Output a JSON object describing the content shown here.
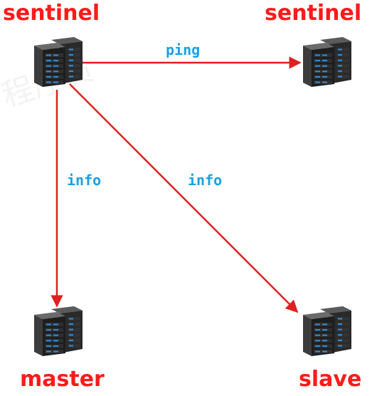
{
  "diagram": {
    "nodes": {
      "sentinel_left": {
        "label": "sentinel"
      },
      "sentinel_right": {
        "label": "sentinel"
      },
      "master": {
        "label": "master"
      },
      "slave": {
        "label": "slave"
      }
    },
    "edges": [
      {
        "from": "sentinel_left",
        "to": "sentinel_right",
        "label": "ping"
      },
      {
        "from": "sentinel_left",
        "to": "master",
        "label": "info"
      },
      {
        "from": "sentinel_left",
        "to": "slave",
        "label": "info"
      }
    ]
  },
  "colors": {
    "node_label": "#ff1a1a",
    "edge": "#e02020",
    "edge_label": "#1aa0e6"
  },
  "icons": {
    "server": "server-rack-icon"
  }
}
